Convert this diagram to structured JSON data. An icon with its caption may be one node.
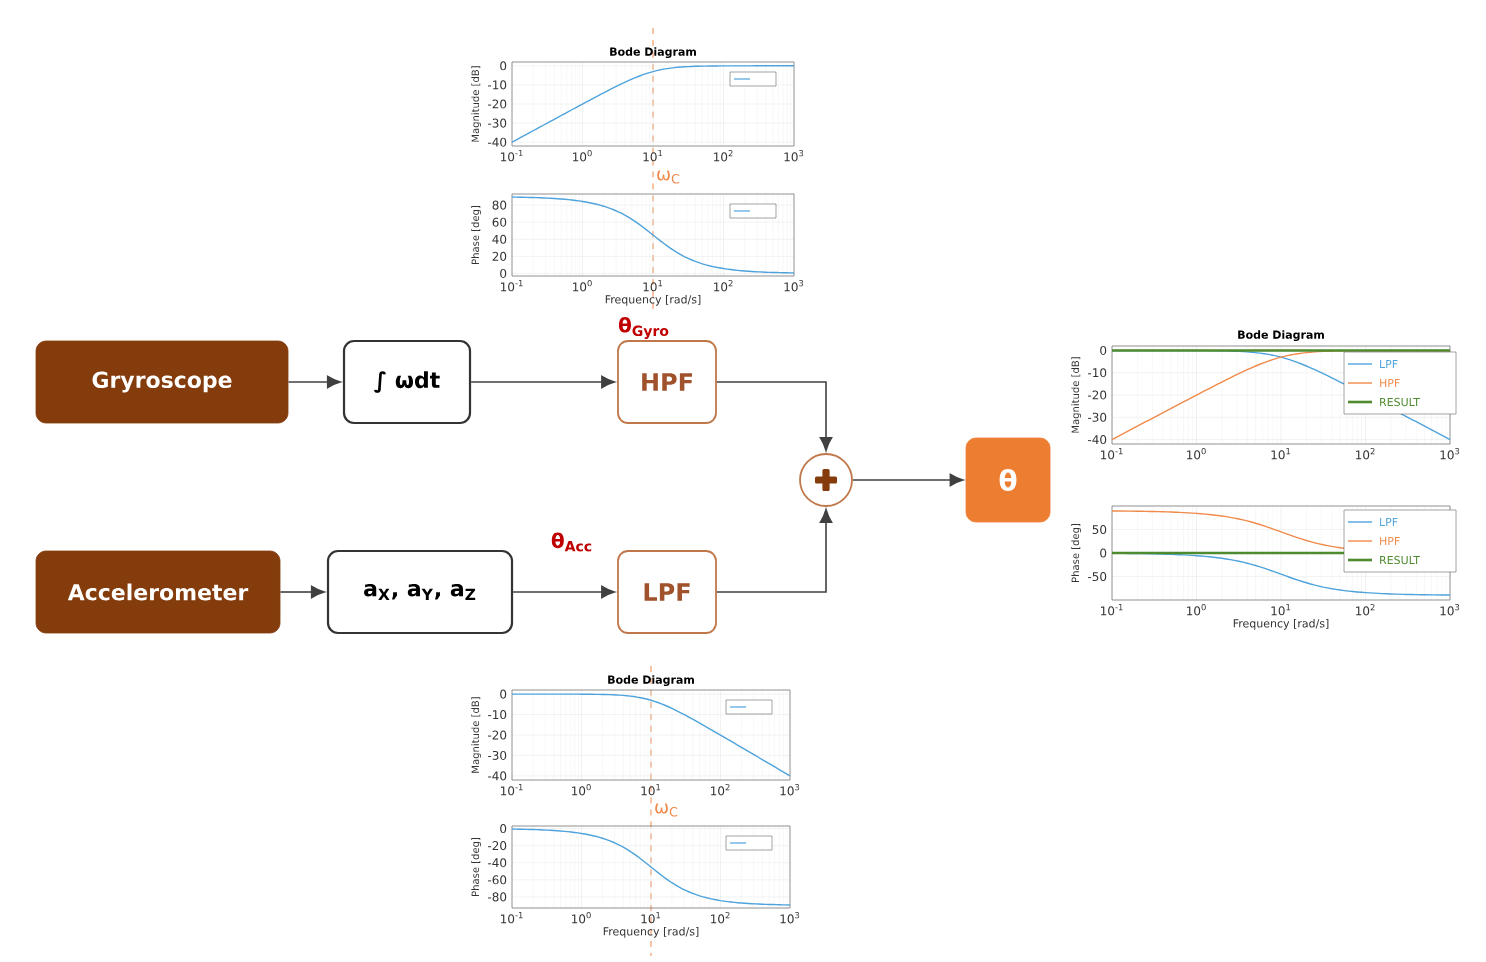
{
  "diagram": {
    "nodes": [
      {
        "text": [
          "Gryroscope"
        ]
      },
      {
        "text": [
          "∫ ωdt"
        ]
      },
      {
        "text": [
          "HPF"
        ]
      },
      {
        "text": [
          "Accelerometer"
        ]
      },
      {
        "text": [
          "a$_{X}$, a$_{Y}$, a$_{Z}$"
        ]
      },
      {
        "text": [
          "LPF"
        ]
      },
      {
        "text": [],
        "shape": "circle"
      },
      {
        "text": [
          "θ"
        ]
      }
    ],
    "edges": [
      {
        "from": 0,
        "to": 1,
        "arrow": "to"
      },
      {
        "from": 1,
        "to": 2,
        "arrow": "to",
        "label": "θ$_{Gyro}$"
      },
      {
        "from": 3,
        "to": 4,
        "arrow": "to"
      },
      {
        "from": 4,
        "to": 5,
        "arrow": "to",
        "label": "θ$_{Acc}$"
      },
      {
        "from": 2,
        "to": 6,
        "arrow": "to"
      },
      {
        "from": 5,
        "to": 6,
        "arrow": "to"
      },
      {
        "from": 6,
        "to": 7,
        "arrow": "to"
      }
    ],
    "labels": [
      "Bode Diagram",
      "0",
      "-10",
      "-20",
      "-30",
      "-40",
      "Magnitude [dB]",
      "10$^{-1}$",
      "10$^{0}$",
      "10$^{1}$",
      "10$^{2}$",
      "10$^{3}$",
      "ω$_{C}$",
      "80",
      "60",
      "40",
      "20",
      "0",
      "Phase [deg]",
      "10$^{-1}$",
      "10$^{0}$",
      "10$^{1}$",
      "10$^{2}$",
      "10$^{3}$",
      "Frequency [rad/s]",
      "Bode Diagram",
      "0",
      "-10",
      "-20",
      "-30",
      "-40",
      "Magnitude [dB]",
      "10$^{-1}$",
      "10$^{0}$",
      "10$^{1}$",
      "10$^{2}$",
      "10$^{3}$",
      "50",
      "0",
      "-50",
      "Phase [deg]",
      "10$^{-1}$",
      "10$^{0}$",
      "10$^{1}$",
      "10$^{2}$",
      "10$^{3}$",
      "Frequency [rad/s]",
      "Bode Diagram",
      "0",
      "-10",
      "-20",
      "-30",
      "-40",
      "Magnitude [dB]",
      "10$^{-1}$",
      "10$^{0}$",
      "10$^{1}$",
      "10$^{2}$",
      "10$^{3}$",
      "ω$_{C}$",
      "0",
      "-20",
      "-40",
      "-60",
      "-80",
      "Phase [deg]",
      "10$^{-1}$",
      "10$^{0}$",
      "10$^{1}$",
      "10$^{2}$",
      "10$^{3}$",
      "Frequency [rad/s]"
    ],
    "legend": [
      {
        "text": "LPF"
      },
      {
        "text": "HPF"
      },
      {
        "text": "RESULT"
      },
      {
        "text": "LPF"
      },
      {
        "text": "HPF"
      },
      {
        "text": "RESULT"
      }
    ]
  }
}
